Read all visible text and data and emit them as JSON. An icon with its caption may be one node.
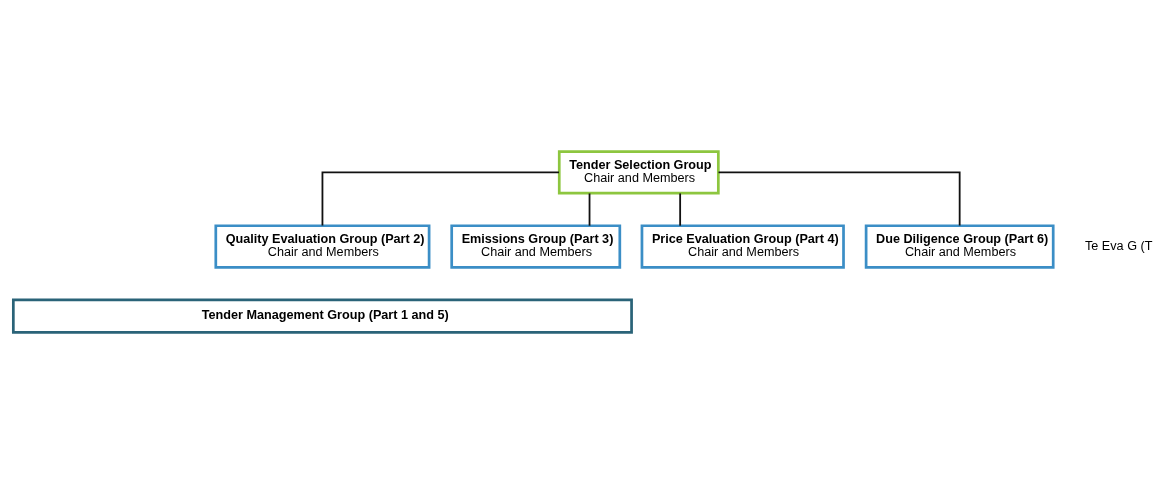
{
  "diagram": {
    "nodes": [
      {
        "text": [
          "Tender Selection Group",
          "Chair and Members"
        ]
      },
      {
        "text": [
          "Quality Evaluation Group (Part 2)",
          "Chair and Members"
        ]
      },
      {
        "text": [
          "Emissions Group (Part 3)",
          "Chair and Members"
        ]
      },
      {
        "text": [
          "Price Evaluation Group (Part 4)",
          "Chair and Members"
        ]
      },
      {
        "text": [
          "Due Diligence Group (Part 6)",
          "Chair and Members"
        ]
      },
      {
        "text": [
          "Tender Management Group (Part 1 and 5)"
        ]
      }
    ],
    "edges": [
      {
        "from": 0,
        "to": 1,
        "arrow": "none"
      },
      {
        "from": 0,
        "to": 2,
        "arrow": "none"
      },
      {
        "from": 0,
        "to": 3,
        "arrow": "none"
      },
      {
        "from": 0,
        "to": 4,
        "arrow": "none"
      }
    ],
    "labels": [
      "Te Eva G (T"
    ]
  }
}
